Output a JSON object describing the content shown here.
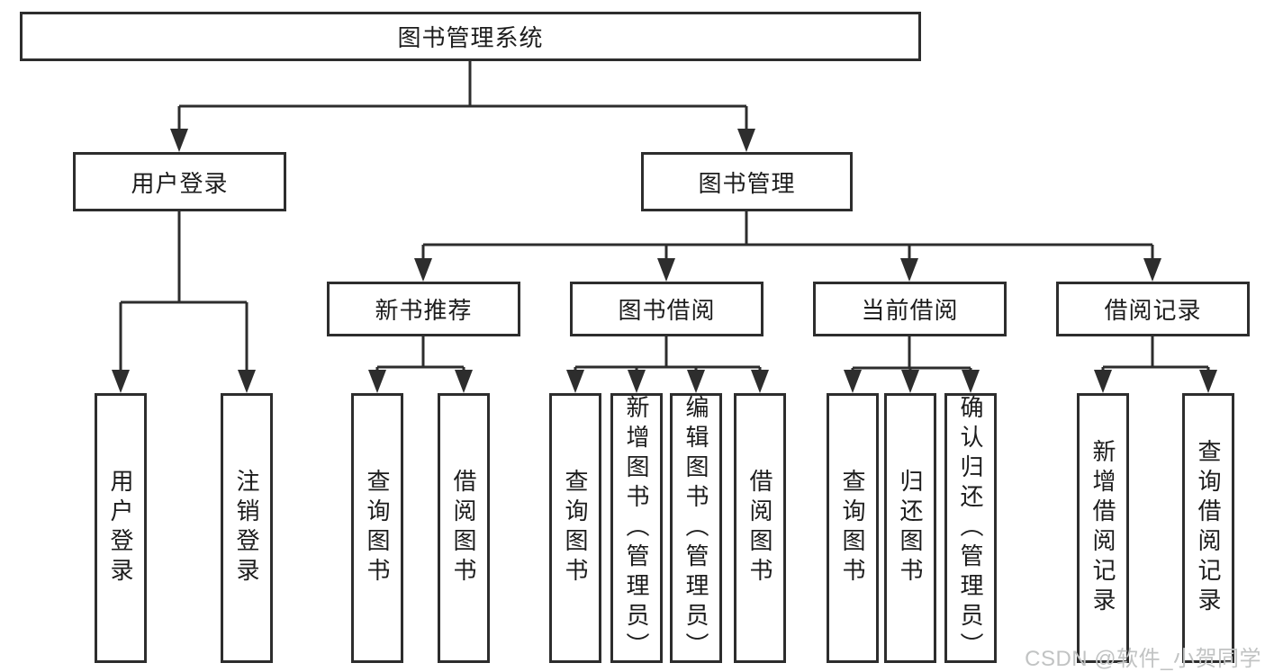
{
  "tree": {
    "label": "图书管理系统",
    "children": [
      {
        "label": "用户登录",
        "children": [
          {
            "label": "用户登录"
          },
          {
            "label": "注销登录"
          }
        ]
      },
      {
        "label": "图书管理",
        "children": [
          {
            "label": "新书推荐",
            "children": [
              {
                "label": "查询图书"
              },
              {
                "label": "借阅图书"
              }
            ]
          },
          {
            "label": "图书借阅",
            "children": [
              {
                "label": "查询图书"
              },
              {
                "label": "新增图书（管理员）"
              },
              {
                "label": "编辑图书（管理员）"
              },
              {
                "label": "借阅图书"
              }
            ]
          },
          {
            "label": "当前借阅",
            "children": [
              {
                "label": "查询图书"
              },
              {
                "label": "归还图书"
              },
              {
                "label": "确认归还（管理员）"
              }
            ]
          },
          {
            "label": "借阅记录",
            "children": [
              {
                "label": "新增借阅记录"
              },
              {
                "label": "查询借阅记录"
              }
            ]
          }
        ]
      }
    ]
  },
  "watermark": {
    "text": "CSDN @软件_小贺同学"
  },
  "colors": {
    "line": "#2d2d2d",
    "box_border": "#2d2d2d",
    "text": "#1c1c1c",
    "watermark": "#c1c3c3",
    "background": "#ffffff"
  }
}
